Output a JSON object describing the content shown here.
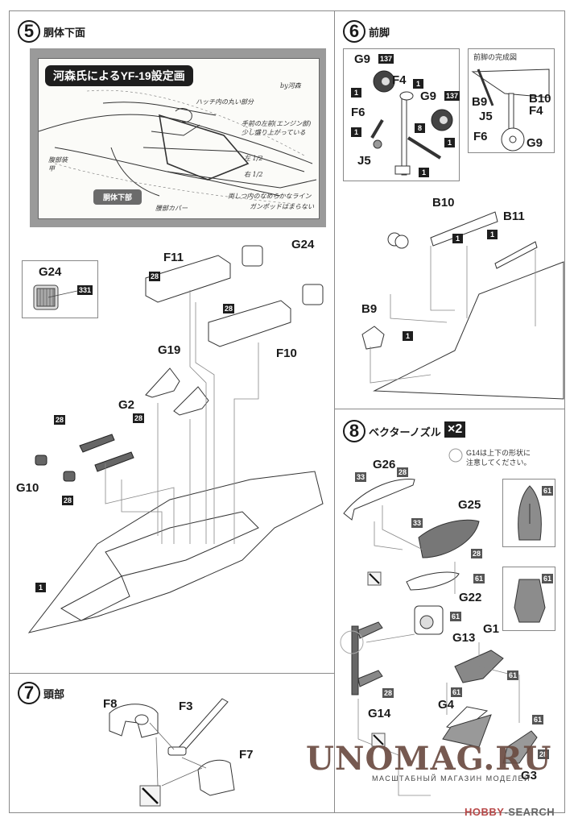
{
  "watermark": {
    "brand": "UNOMAG.RU",
    "tagline": "МАСШТАБНЫЙ МАГАЗИН МОДЕЛЕЙ",
    "source_brand": "HOBBY",
    "source_suffix": "-SEARCH"
  },
  "step5": {
    "number": "5",
    "title": "胴体下面",
    "sketch": {
      "title": "河森氏によるYF-19設定画",
      "tag": "胴体下部",
      "signature": "by河森",
      "notes": [
        "ハッチ内の丸い部分",
        "手前の左前(エンジン部)少し盛り上がっている",
        "左 1/2",
        "右 1/2",
        "腹部装甲",
        "腰部カバー",
        "両しつ内のなめらかなライン",
        "ガンポッドはまらない"
      ]
    },
    "inset": {
      "part": "G24",
      "color_code": "331"
    },
    "parts": [
      {
        "id": "F11",
        "color": "28"
      },
      {
        "id": "F10",
        "color": "28"
      },
      {
        "id": "G24"
      },
      {
        "id": "G19"
      },
      {
        "id": "G2",
        "colors": [
          "28",
          "28"
        ]
      },
      {
        "id": "G10",
        "color": "28"
      }
    ],
    "body_color": "1"
  },
  "step6": {
    "number": "6",
    "title": "前脚",
    "detail_parts": [
      {
        "id": "G9",
        "color": "137",
        "hub_color": "1"
      },
      {
        "id": "F4",
        "color": "1"
      },
      {
        "id": "G9",
        "color": "137",
        "hub_color": "1"
      },
      {
        "id": "F6",
        "color": "1"
      },
      {
        "id": "J5"
      },
      {
        "id": "strut",
        "colors": [
          "8",
          "1"
        ]
      }
    ],
    "completed_view": {
      "title": "前脚の完成図",
      "labels": [
        "B9",
        "B10",
        "F4",
        "J5",
        "F6",
        "G9"
      ]
    },
    "parts": [
      {
        "id": "B10",
        "color": "1"
      },
      {
        "id": "B11",
        "color": "1"
      },
      {
        "id": "B9",
        "color": "1"
      }
    ]
  },
  "step7": {
    "number": "7",
    "title": "頭部",
    "parts": [
      {
        "id": "F8"
      },
      {
        "id": "F3"
      },
      {
        "id": "F7"
      }
    ],
    "no_glue_icon": "no-glue-icon"
  },
  "step8": {
    "number": "8",
    "title": "ベクターノズル",
    "multiplier": "×2",
    "note": [
      "G14は上下の形状に",
      "注意してください。"
    ],
    "parts": [
      {
        "id": "G26",
        "colors": [
          "33",
          "28"
        ]
      },
      {
        "id": "G25",
        "colors": [
          "33",
          "28"
        ]
      },
      {
        "id": "G22",
        "color": "61"
      },
      {
        "id": "G13",
        "color": "61"
      },
      {
        "id": "G1",
        "color": "61"
      },
      {
        "id": "G14",
        "color": "28"
      },
      {
        "id": "G4",
        "colors": [
          "61",
          "28"
        ]
      },
      {
        "id": "G3",
        "colors": [
          "61",
          "28"
        ]
      }
    ],
    "inset_colors": [
      "61",
      "61"
    ]
  }
}
